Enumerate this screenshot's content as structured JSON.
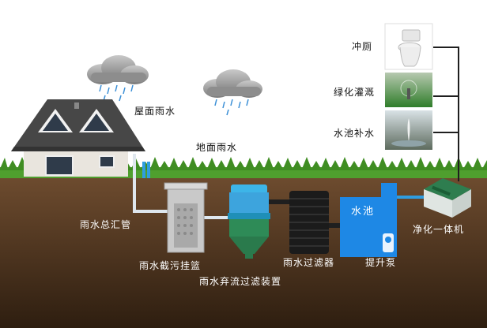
{
  "labels": {
    "roof_rainwater": "屋面雨水",
    "ground_rainwater": "地面雨水",
    "main_collector": "雨水总汇管",
    "interception_basket": "雨水截污挂篮",
    "diversion_filter": "雨水弃流过滤装置",
    "rain_filter": "雨水过滤器",
    "pool": "水池",
    "lift_pump": "提升泵",
    "purifier": "净化一体机",
    "toilet": "冲厕",
    "greening_irrigation": "绿化灌溉",
    "pond_replenish": "水池补水"
  },
  "colors": {
    "sky": "#ffffff",
    "soil_top": "#6b4a2e",
    "soil_bottom": "#3a2614",
    "grass": "#4a9a2a",
    "pipe": "#2f9de0",
    "pool": "#1e88e5",
    "roof": "#4a4a4a",
    "house_wall": "#e8e4dc",
    "filter_blue": "#3db5e8",
    "filter_green": "#2e8b57",
    "purifier": "#2e7d4f"
  }
}
